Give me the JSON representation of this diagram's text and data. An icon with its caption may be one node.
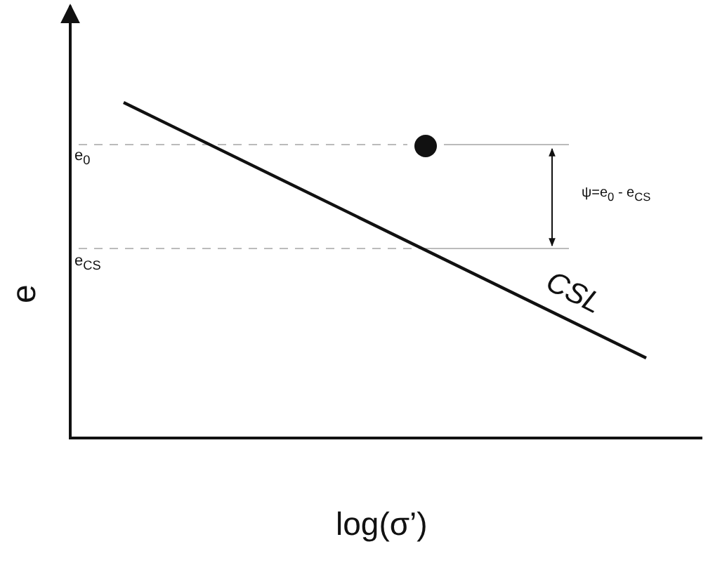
{
  "diagram": {
    "labels": [
      "e$_{0}$",
      "e$_{CS}$",
      "ψ=e$_{0}$ - e$_{CS}$",
      "CSL",
      "e",
      "log(σ’)"
    ]
  }
}
